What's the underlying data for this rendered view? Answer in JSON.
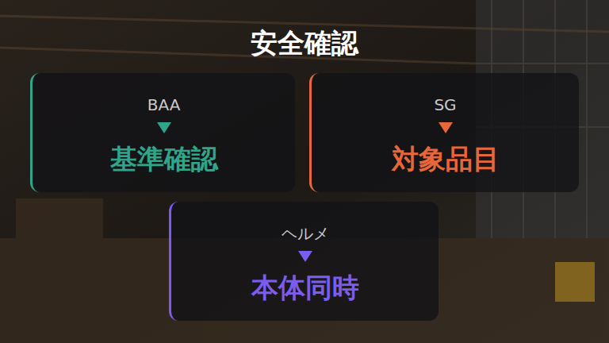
{
  "diagram": {
    "title": "安全確認",
    "nodes": [
      {
        "text": [
          "BAA",
          "基準確認"
        ]
      },
      {
        "text": [
          "SG",
          "対象品目"
        ]
      },
      {
        "text": [
          "ヘルメ",
          "本体同時"
        ]
      }
    ]
  }
}
